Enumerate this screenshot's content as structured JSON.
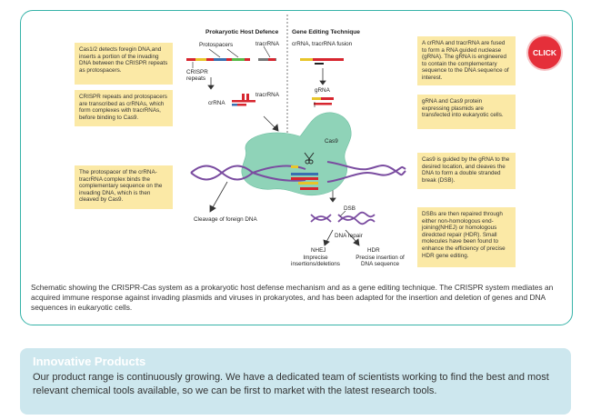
{
  "headings": {
    "left": "Prokaryotic Host Defence",
    "right": "Gene Editing Technique"
  },
  "click_button": "CLICK",
  "notes": [
    "Cas1/2 detects foregin DNA,and inserts a portion of the invading DNA between the CRISPR repeats as protospacers.",
    "CRISPR repeats and protospacers are transcribed as crRNAs, which form complexes with tracrRNAs, before binding to Cas9.",
    "The protospacer of the crRNA-tracrRNA complex binds the complementary sequence on the invading DNA, which is then cleaved by Cas9.",
    "A crRNA and tracrRNA are fused to form a RNA guided nuclease (gRNA). The gRNA is engineered to contain the complementary sequence to the DNA sequence of interest.",
    "gRNA and Cas9 protein expressing plasmids are transfected into eukaryotic cells.",
    "Cas9 is guided by the gRNA to the desired location, and cleaves the DNA to form a double stranded break (DSB).",
    "DSBs are then repaired through either non-homologous end-joining(NHEJ) or homologous diredcted repair (HDR). Small molecules have been found to enhance the efficiency of precise HDR gene editing."
  ],
  "labels": {
    "protospacers": "Protospacers",
    "tracrrna_top": "tracrRNA",
    "crispr_repeats": "CRISPR repeats",
    "crrna": "crRNA",
    "tracrrna_mid": "tracrRNA",
    "fusion": "crRNA, tracrRNA fusion",
    "grna": "gRNA",
    "cas9": "Cas9",
    "cleavage": "Cleavage of foreign DNA",
    "dsb": "DSB",
    "dna_repair": "DNA repair",
    "nhej": "NHEJ",
    "nhej_desc": "Imprecise insertions/deletions",
    "hdr": "HDR",
    "hdr_desc": "Precise insertion of DNA sequence"
  },
  "caption": "Schematic showing the CRISPR-Cas system as a prokaryotic host defense mechanism and as a gene editing technique. The CRISPR system mediates an acquired immune response against invading plasmids and viruses in prokaryotes, and has been adapted for the insertion and deletion of genes and DNA sequences in eukaryotic cells.",
  "banner": {
    "title": "Innovative Products",
    "text": "Our product range is continuously growing. We have a dedicated team of scientists working to find the best and most relevant chemical tools available, so we can be first to market with the latest research tools."
  },
  "colors": {
    "frame": "#36b3a8",
    "note_bg": "#fbe9a6",
    "cas9": "#8fd3b8",
    "dna": "#7a4ca0",
    "click": "#e52f3a",
    "banner_bg": "#cde7ee"
  }
}
